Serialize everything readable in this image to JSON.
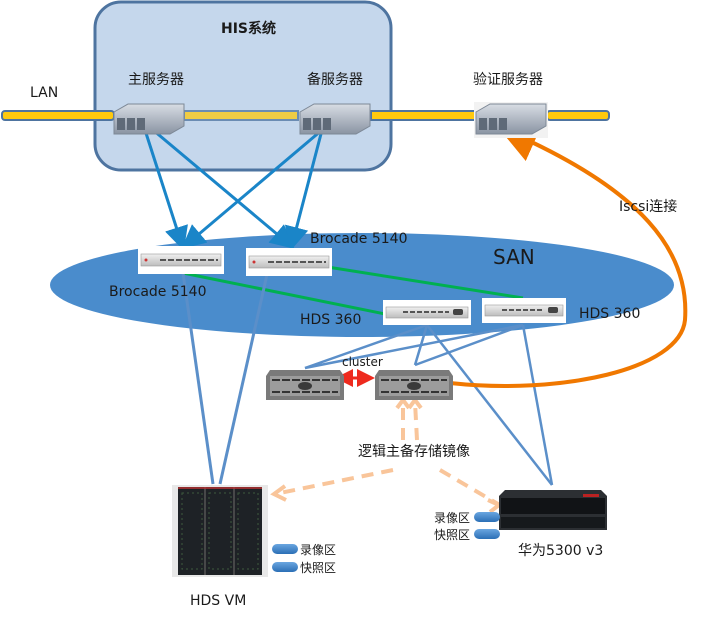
{
  "diagram": {
    "his_system": {
      "title": "HIS系统"
    },
    "lan": {
      "label": "LAN"
    },
    "servers": {
      "primary": {
        "label": "主服务器"
      },
      "standby": {
        "label": "备服务器"
      },
      "auth": {
        "label": "验证服务器"
      }
    },
    "san": {
      "label": "SAN",
      "switches": [
        {
          "label": "Brocade 5140"
        },
        {
          "label": "Brocade 5140"
        },
        {
          "label": "HDS 360"
        },
        {
          "label": "HDS 360"
        }
      ]
    },
    "cluster": {
      "label": "cluster"
    },
    "iscsi": {
      "label": "Iscsi连接"
    },
    "mirror": {
      "label": "逻辑主备存储镜像"
    },
    "storage": {
      "hds_vm": {
        "label": "HDS  VM",
        "volumes": [
          "录像区",
          "快照区"
        ]
      },
      "huawei": {
        "label": "华为5300 v3",
        "volumes": [
          "录像区",
          "快照区"
        ]
      }
    },
    "colors": {
      "his_fill": "#c5d7ec",
      "his_border": "#4e74a0",
      "san_fill": "#4a8ccc",
      "lan_fill": "#ffc90e",
      "lan_border": "#4e74a0",
      "fc_link": "#1a85c8",
      "storage_link": "#5b8fc9",
      "green_link": "#00b050",
      "iscsi_link": "#f07800",
      "cluster_link": "#ee2a1e",
      "mirror_link": "#f9c59a"
    }
  }
}
